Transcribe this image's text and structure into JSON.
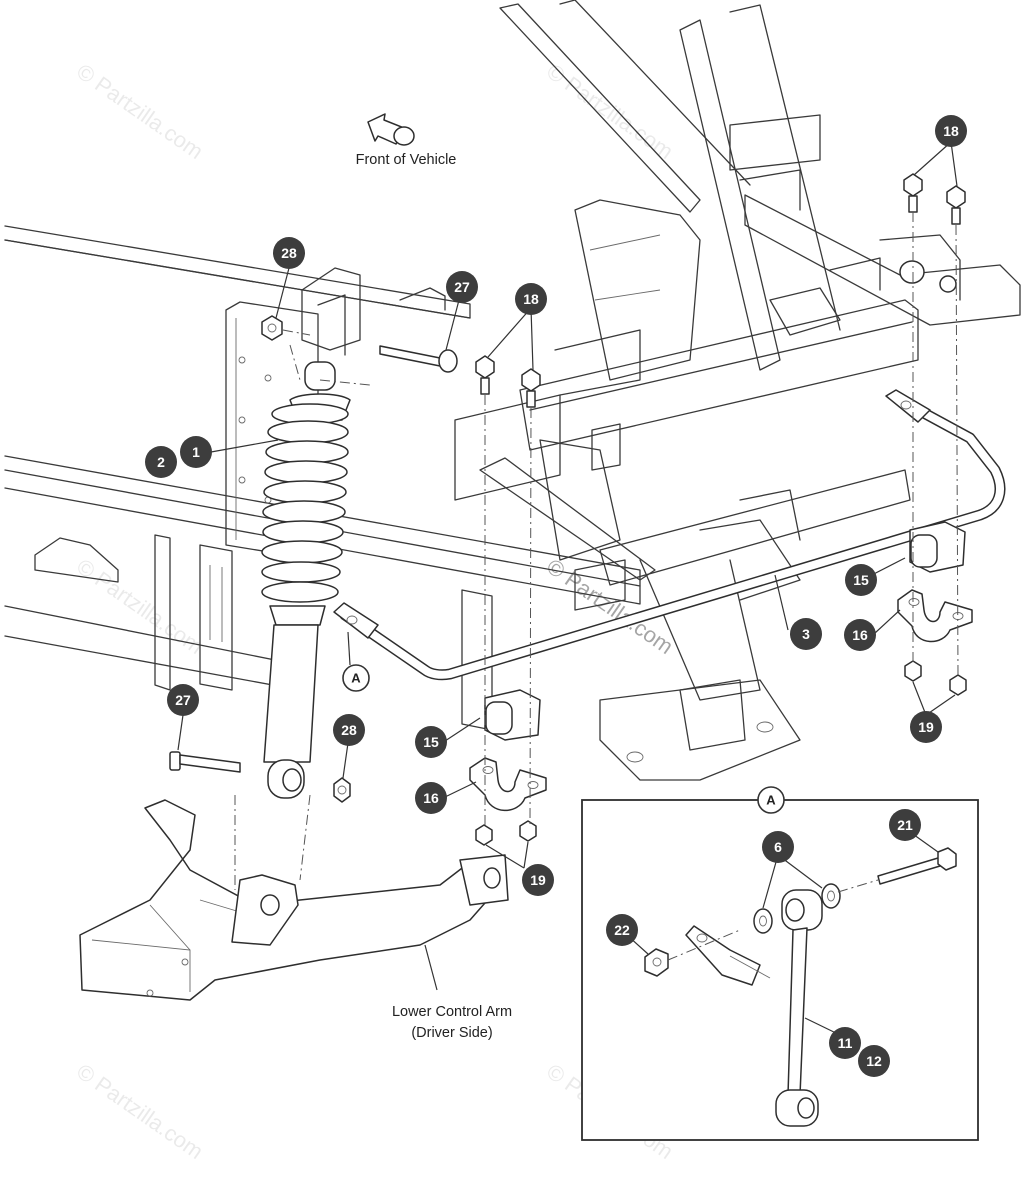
{
  "labels": {
    "front_of_vehicle": "Front of Vehicle",
    "lower_control_arm_line1": "Lower Control Arm",
    "lower_control_arm_line2": "(Driver Side)"
  },
  "detail_ref": "A",
  "watermark": "© Partzilla.com",
  "callouts": {
    "c1": "1",
    "c2": "2",
    "c3": "3",
    "c6": "6",
    "c11": "11",
    "c12": "12",
    "c15a": "15",
    "c15b": "15",
    "c16a": "16",
    "c16b": "16",
    "c18a": "18",
    "c18b": "18",
    "c19a": "19",
    "c19b": "19",
    "c21": "21",
    "c22": "22",
    "c27a": "27",
    "c27b": "27",
    "c28a": "28",
    "c28b": "28"
  },
  "colors": {
    "callout_fill": "#3d3d3d",
    "line": "#3a3a3a",
    "background": "#ffffff"
  }
}
